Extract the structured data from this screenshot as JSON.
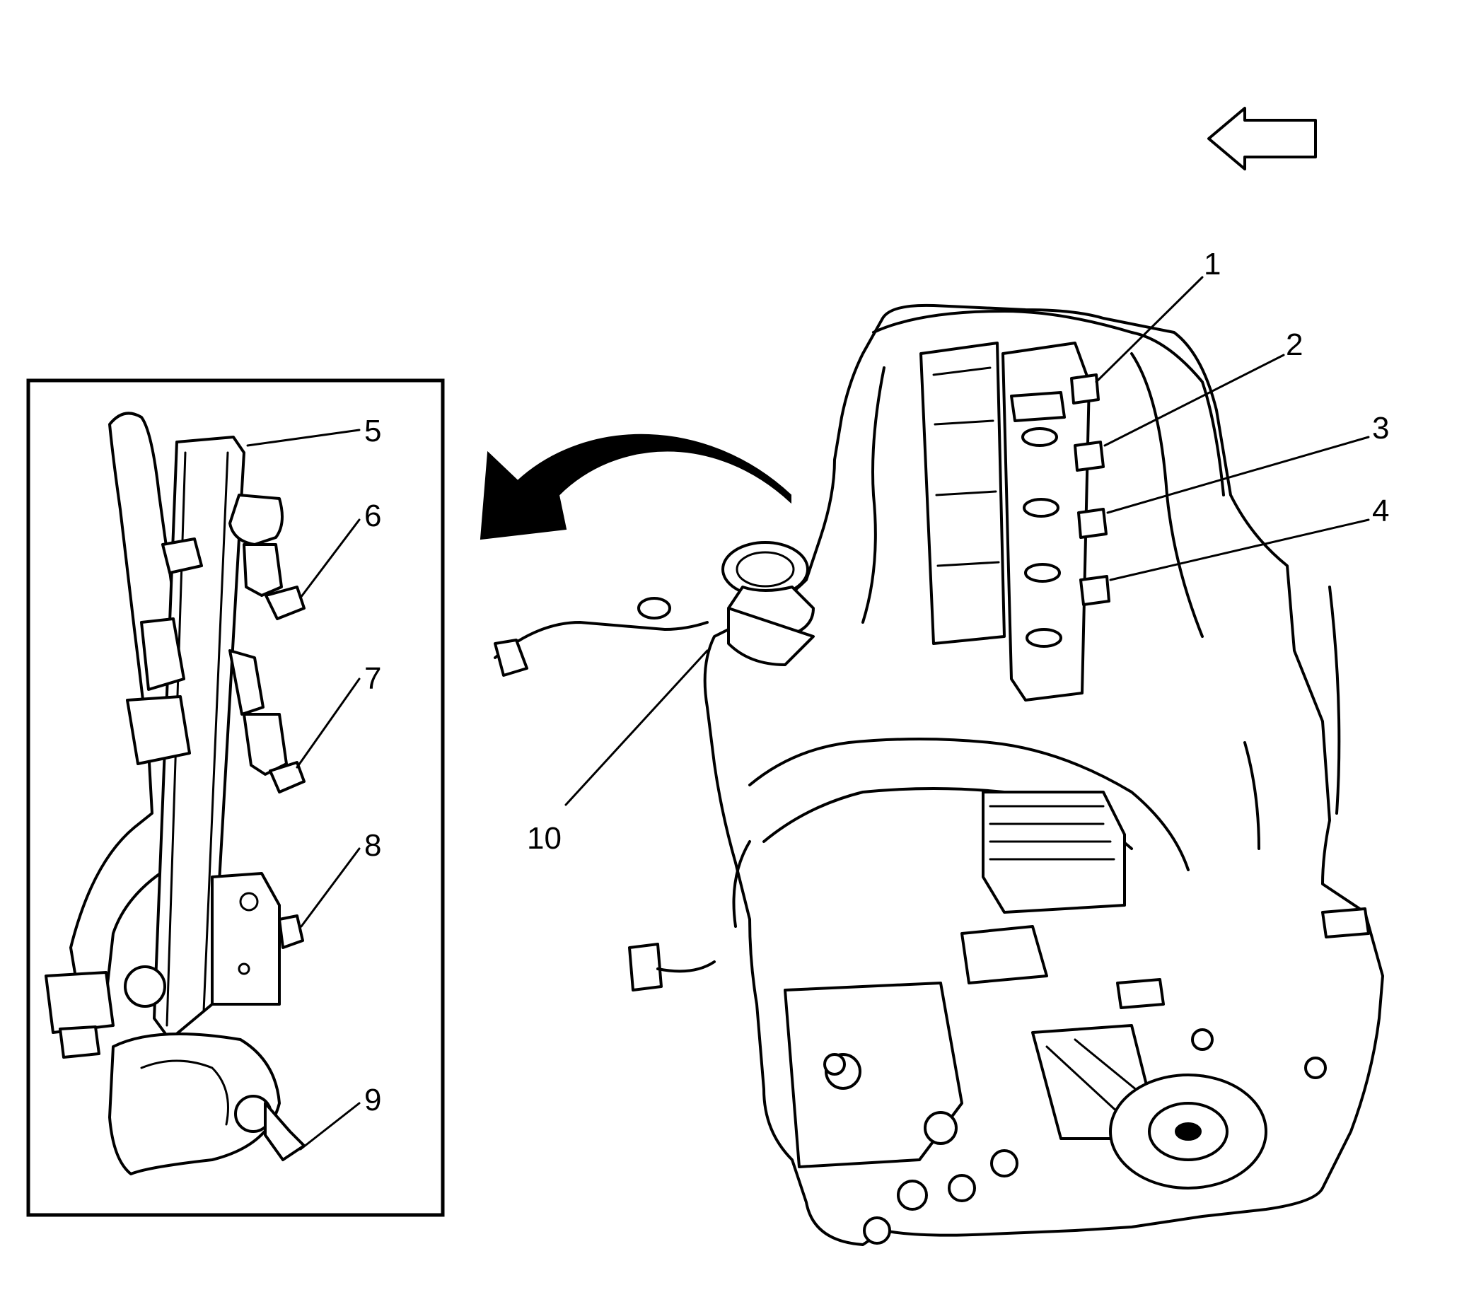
{
  "callouts": [
    {
      "label": "1"
    },
    {
      "label": "2"
    },
    {
      "label": "3"
    },
    {
      "label": "4"
    },
    {
      "label": "5"
    },
    {
      "label": "6"
    },
    {
      "label": "7"
    },
    {
      "label": "8"
    },
    {
      "label": "9"
    },
    {
      "label": "10"
    }
  ],
  "colors": {
    "line": "#000000",
    "background": "#ffffff"
  },
  "icons": {
    "direction": "left-arrow-icon",
    "removal": "curved-removal-arrow-icon"
  }
}
